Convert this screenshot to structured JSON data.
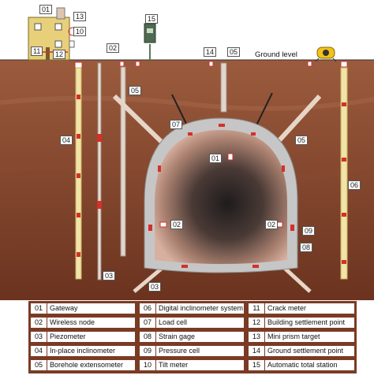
{
  "ground_level_label": "Ground level",
  "callouts": {
    "gateway": "01",
    "wireless_node": "02",
    "piezometer": "03",
    "in_place_inclinometer": "04",
    "borehole_extensometer": "05",
    "digital_inclinometer": "06",
    "load_cell": "07",
    "strain_gage": "08",
    "pressure_cell": "09",
    "tilt_meter": "10",
    "crack_meter": "11",
    "building_settlement_point": "12",
    "mini_prism_target": "13",
    "ground_settlement_point": "14",
    "total_station": "15"
  },
  "legend": [
    {
      "num": "01",
      "label": "Gateway"
    },
    {
      "num": "06",
      "label": "Digital inclinometer system"
    },
    {
      "num": "11",
      "label": "Crack meter"
    },
    {
      "num": "02",
      "label": "Wireless node"
    },
    {
      "num": "07",
      "label": "Load cell"
    },
    {
      "num": "12",
      "label": "Building settlement point"
    },
    {
      "num": "03",
      "label": "Piezometer"
    },
    {
      "num": "08",
      "label": "Strain gage"
    },
    {
      "num": "13",
      "label": "Mini prism target"
    },
    {
      "num": "04",
      "label": "In-place inclinometer"
    },
    {
      "num": "09",
      "label": "Pressure cell"
    },
    {
      "num": "14",
      "label": "Ground settlement point"
    },
    {
      "num": "05",
      "label": "Borehole extensometer"
    },
    {
      "num": "10",
      "label": "Tilt meter"
    },
    {
      "num": "15",
      "label": "Automatic total station"
    }
  ],
  "colors": {
    "soil_top": "#9a5a3c",
    "soil_bottom": "#6e3520",
    "lining": "#c9c9c9",
    "building": "#e8d07a",
    "legend_frame": "#7a3b24",
    "sensor_red": "#d4302a"
  }
}
